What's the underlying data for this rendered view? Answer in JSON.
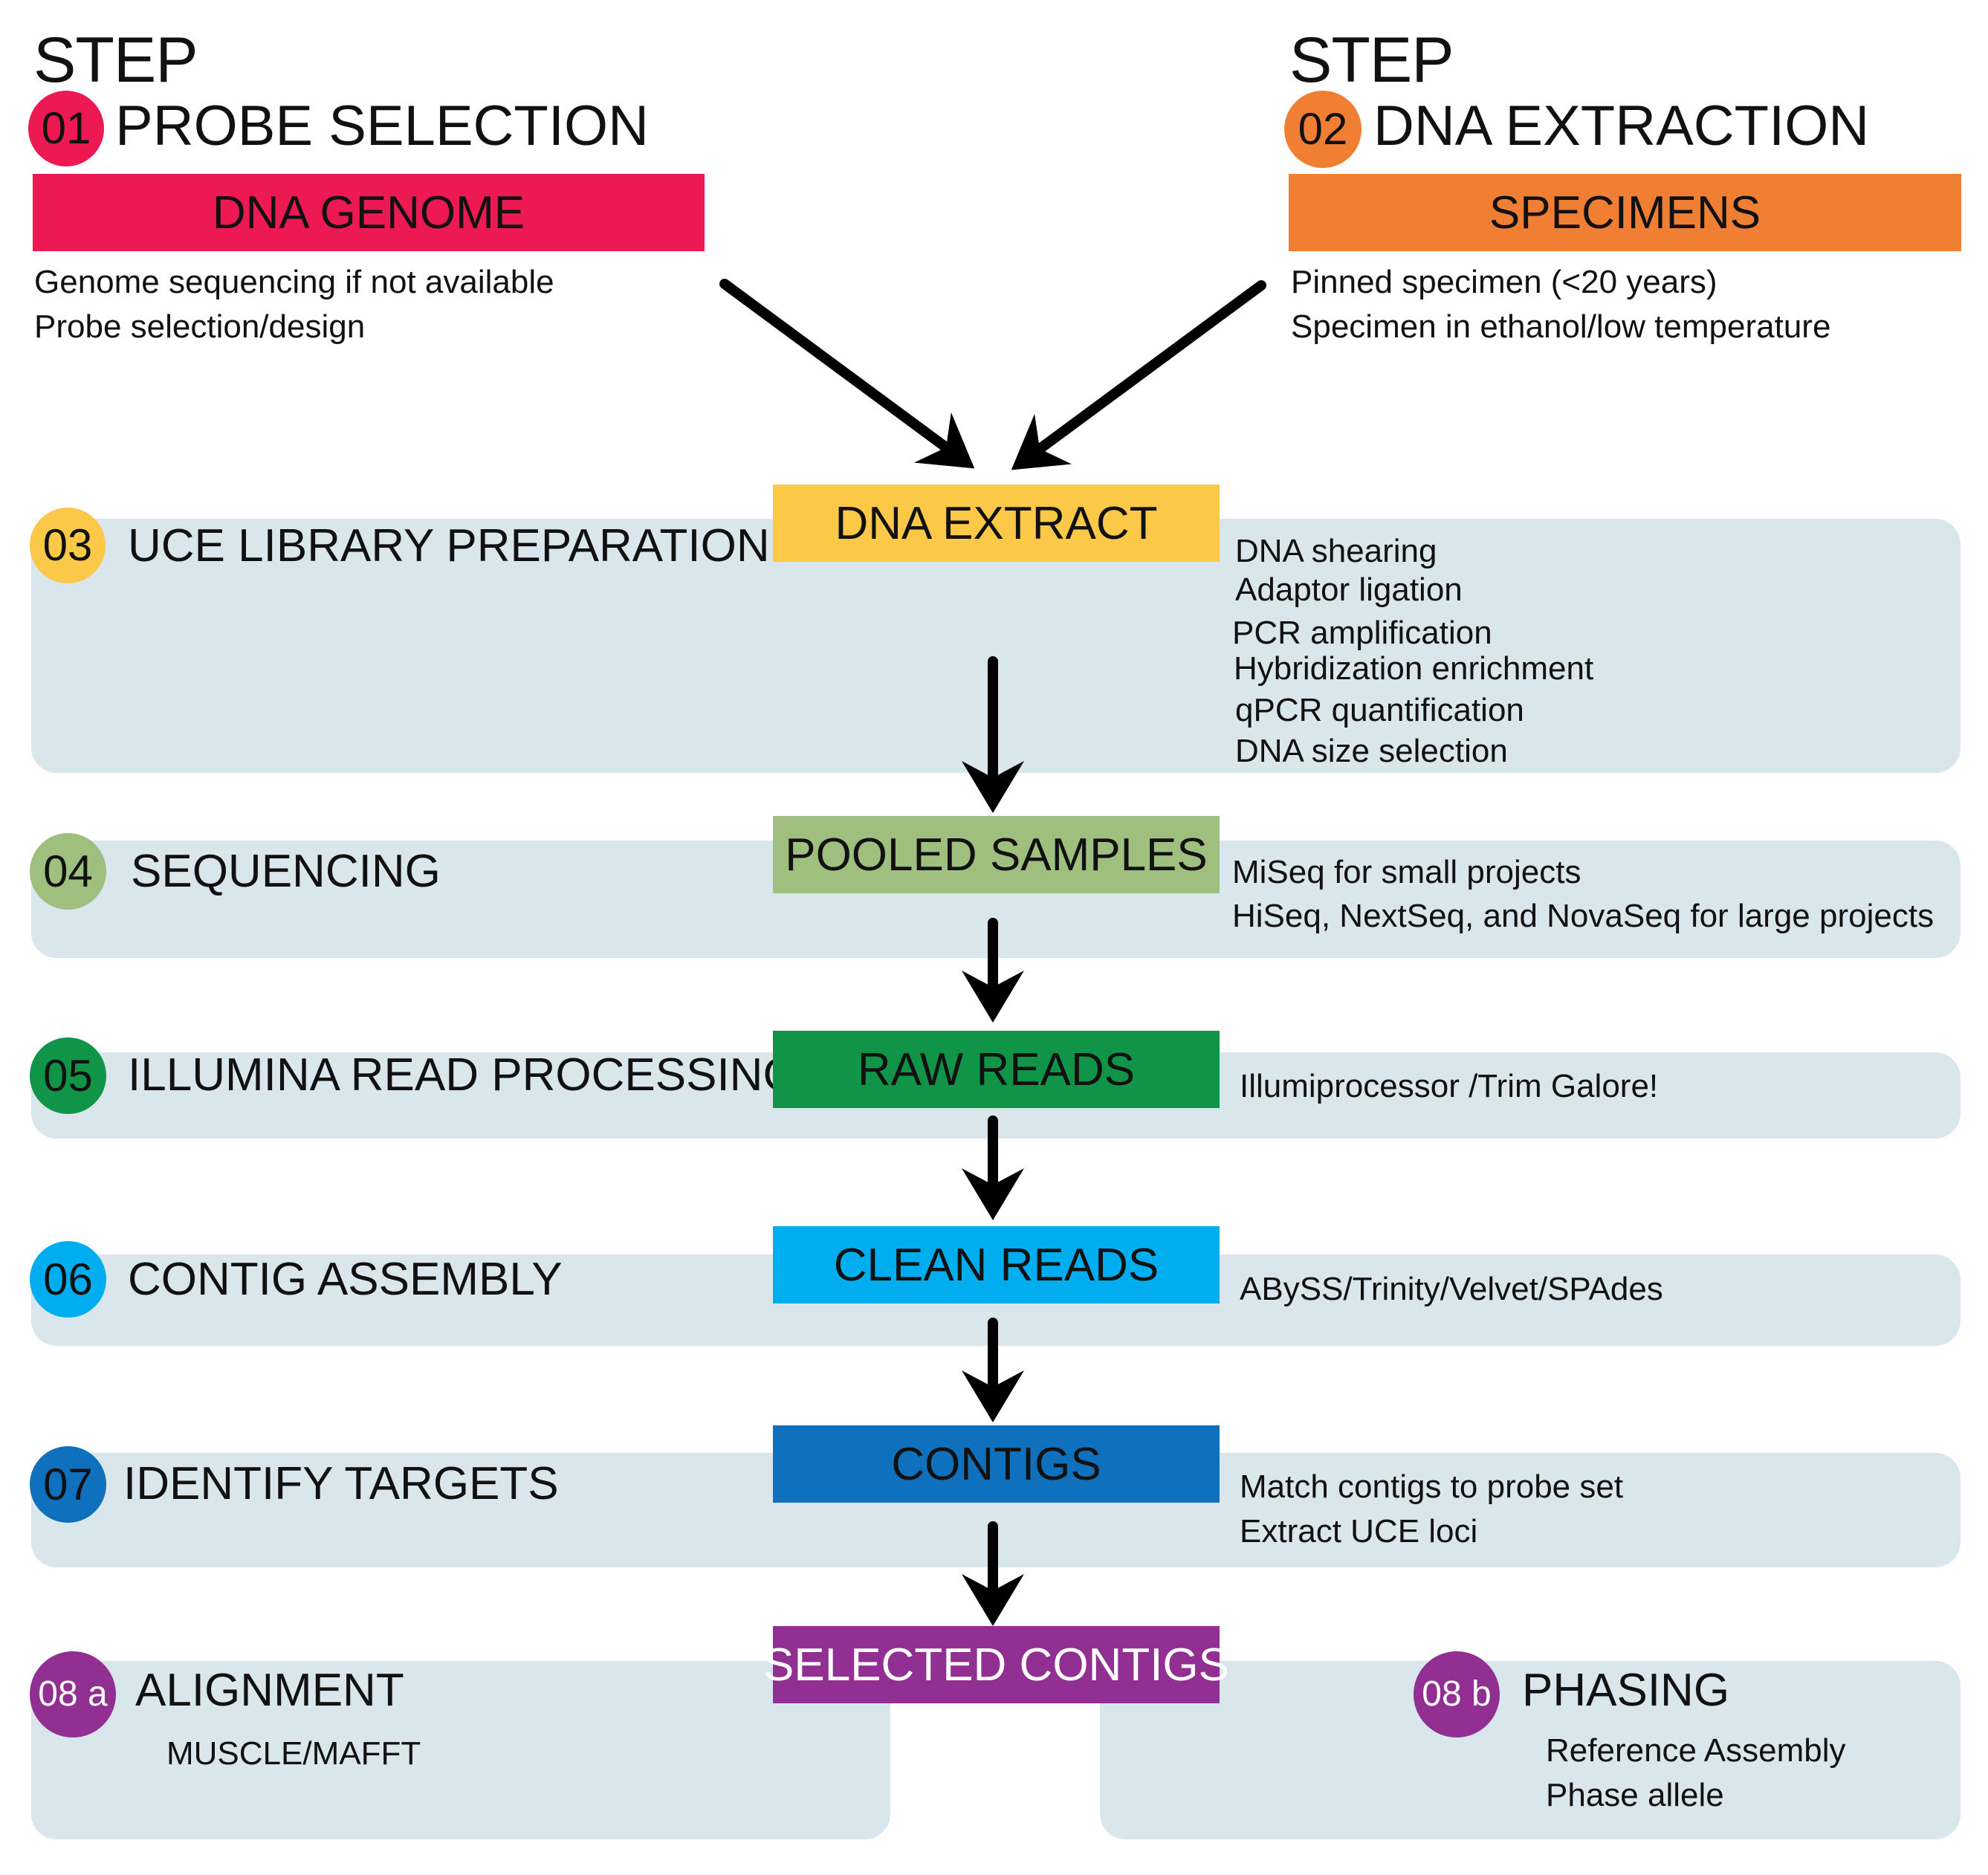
{
  "colors": {
    "step01": "#ec1953",
    "step02": "#f07f33",
    "step03": "#fbc847",
    "step04": "#9ebf7e",
    "step05": "#109548",
    "step06": "#00aeef",
    "step07": "#0f70bd",
    "step08": "#922f92",
    "panel": "#d9e6ec"
  },
  "header": {
    "step_word": "STEP",
    "step01": {
      "number": "01",
      "title": "PROBE SELECTION",
      "box": "DNA GENOME",
      "notes": [
        "Genome sequencing if not available",
        "Probe selection/design"
      ]
    },
    "step02": {
      "number": "02",
      "title": "DNA EXTRACTION",
      "box": "SPECIMENS",
      "notes": [
        "Pinned specimen (<20 years)",
        "Specimen in ethanol/low temperature"
      ]
    }
  },
  "steps": [
    {
      "number": "03",
      "title": "UCE LIBRARY PREPARATION",
      "box": "DNA EXTRACT",
      "notes": [
        "DNA shearing",
        "Adaptor ligation",
        "PCR amplification",
        "Hybridization enrichment",
        "qPCR quantification",
        "DNA size selection"
      ]
    },
    {
      "number": "04",
      "title": "SEQUENCING",
      "box": "POOLED SAMPLES",
      "notes": [
        "MiSeq for small projects",
        "HiSeq, NextSeq, and NovaSeq for large projects"
      ]
    },
    {
      "number": "05",
      "title": "ILLUMINA READ PROCESSING",
      "box": "RAW READS",
      "notes": [
        "Illumiprocessor /Trim Galore!"
      ]
    },
    {
      "number": "06",
      "title": "CONTIG ASSEMBLY",
      "box": "CLEAN READS",
      "notes": [
        "ABySS/Trinity/Velvet/SPAdes"
      ]
    },
    {
      "number": "07",
      "title": "IDENTIFY TARGETS",
      "box": "CONTIGS",
      "notes": [
        "Match contigs to probe set",
        "Extract UCE loci"
      ]
    }
  ],
  "final": {
    "box": "SELECTED CONTIGS",
    "a": {
      "number": "08 a",
      "title": "ALIGNMENT",
      "notes": [
        "MUSCLE/MAFFT"
      ]
    },
    "b": {
      "number": "08 b",
      "title": "PHASING",
      "notes": [
        "Reference Assembly",
        "Phase allele"
      ]
    }
  }
}
